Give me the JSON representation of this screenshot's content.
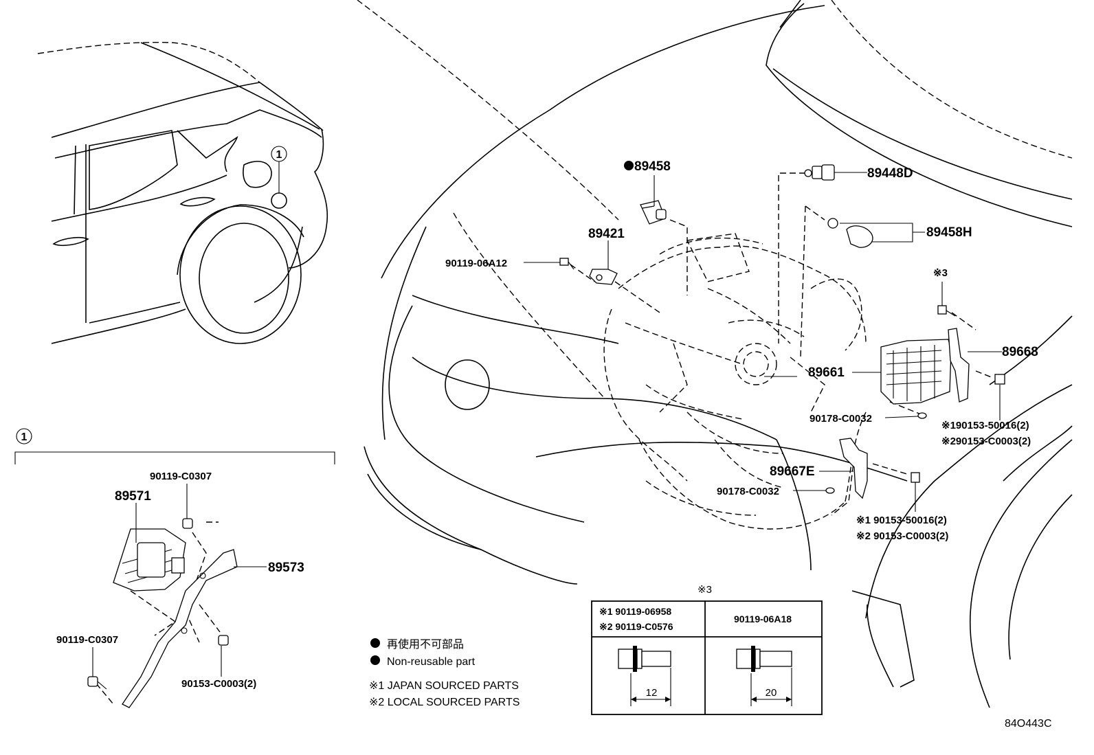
{
  "callout": {
    "number": "1"
  },
  "detail": {
    "number": "1"
  },
  "parts": {
    "p89458": "89458",
    "p89448D": "89448D",
    "p89458H": "89458H",
    "p89421": "89421",
    "p90119_06A12": "90119-06A12",
    "p89668": "89668",
    "p89661": "89661",
    "p90178_C0032_a": "90178-C0032",
    "p90178_C0032_b": "90178-C0032",
    "p89667E": "89667E",
    "p90153_50016_a": "※190153-50016(2)",
    "p90153_C0003_a": "※290153-C0003(2)",
    "p90153_50016_b": "※1 90153-50016(2)",
    "p90153_C0003_b": "※2 90153-C0003(2)",
    "note3_mark": "※3",
    "p90119_C0307_top": "90119-C0307",
    "p89571": "89571",
    "p89573": "89573",
    "p90119_C0307_bot": "90119-C0307",
    "p90153_C0003_c": "90153-C0003(2)"
  },
  "table": {
    "mark": "※3",
    "col1_row1": "※1 90119-06958",
    "col1_row2": "※2 90119-C0576",
    "col2": "90119-06A18",
    "dim1": "12",
    "dim2": "20"
  },
  "legend": {
    "line1": "再使用不可部品",
    "line2": "Non-reusable part",
    "line3": "※1 JAPAN SOURCED PARTS",
    "line4": "※2 LOCAL SOURCED PARTS"
  },
  "drawing_code": "84O443C"
}
